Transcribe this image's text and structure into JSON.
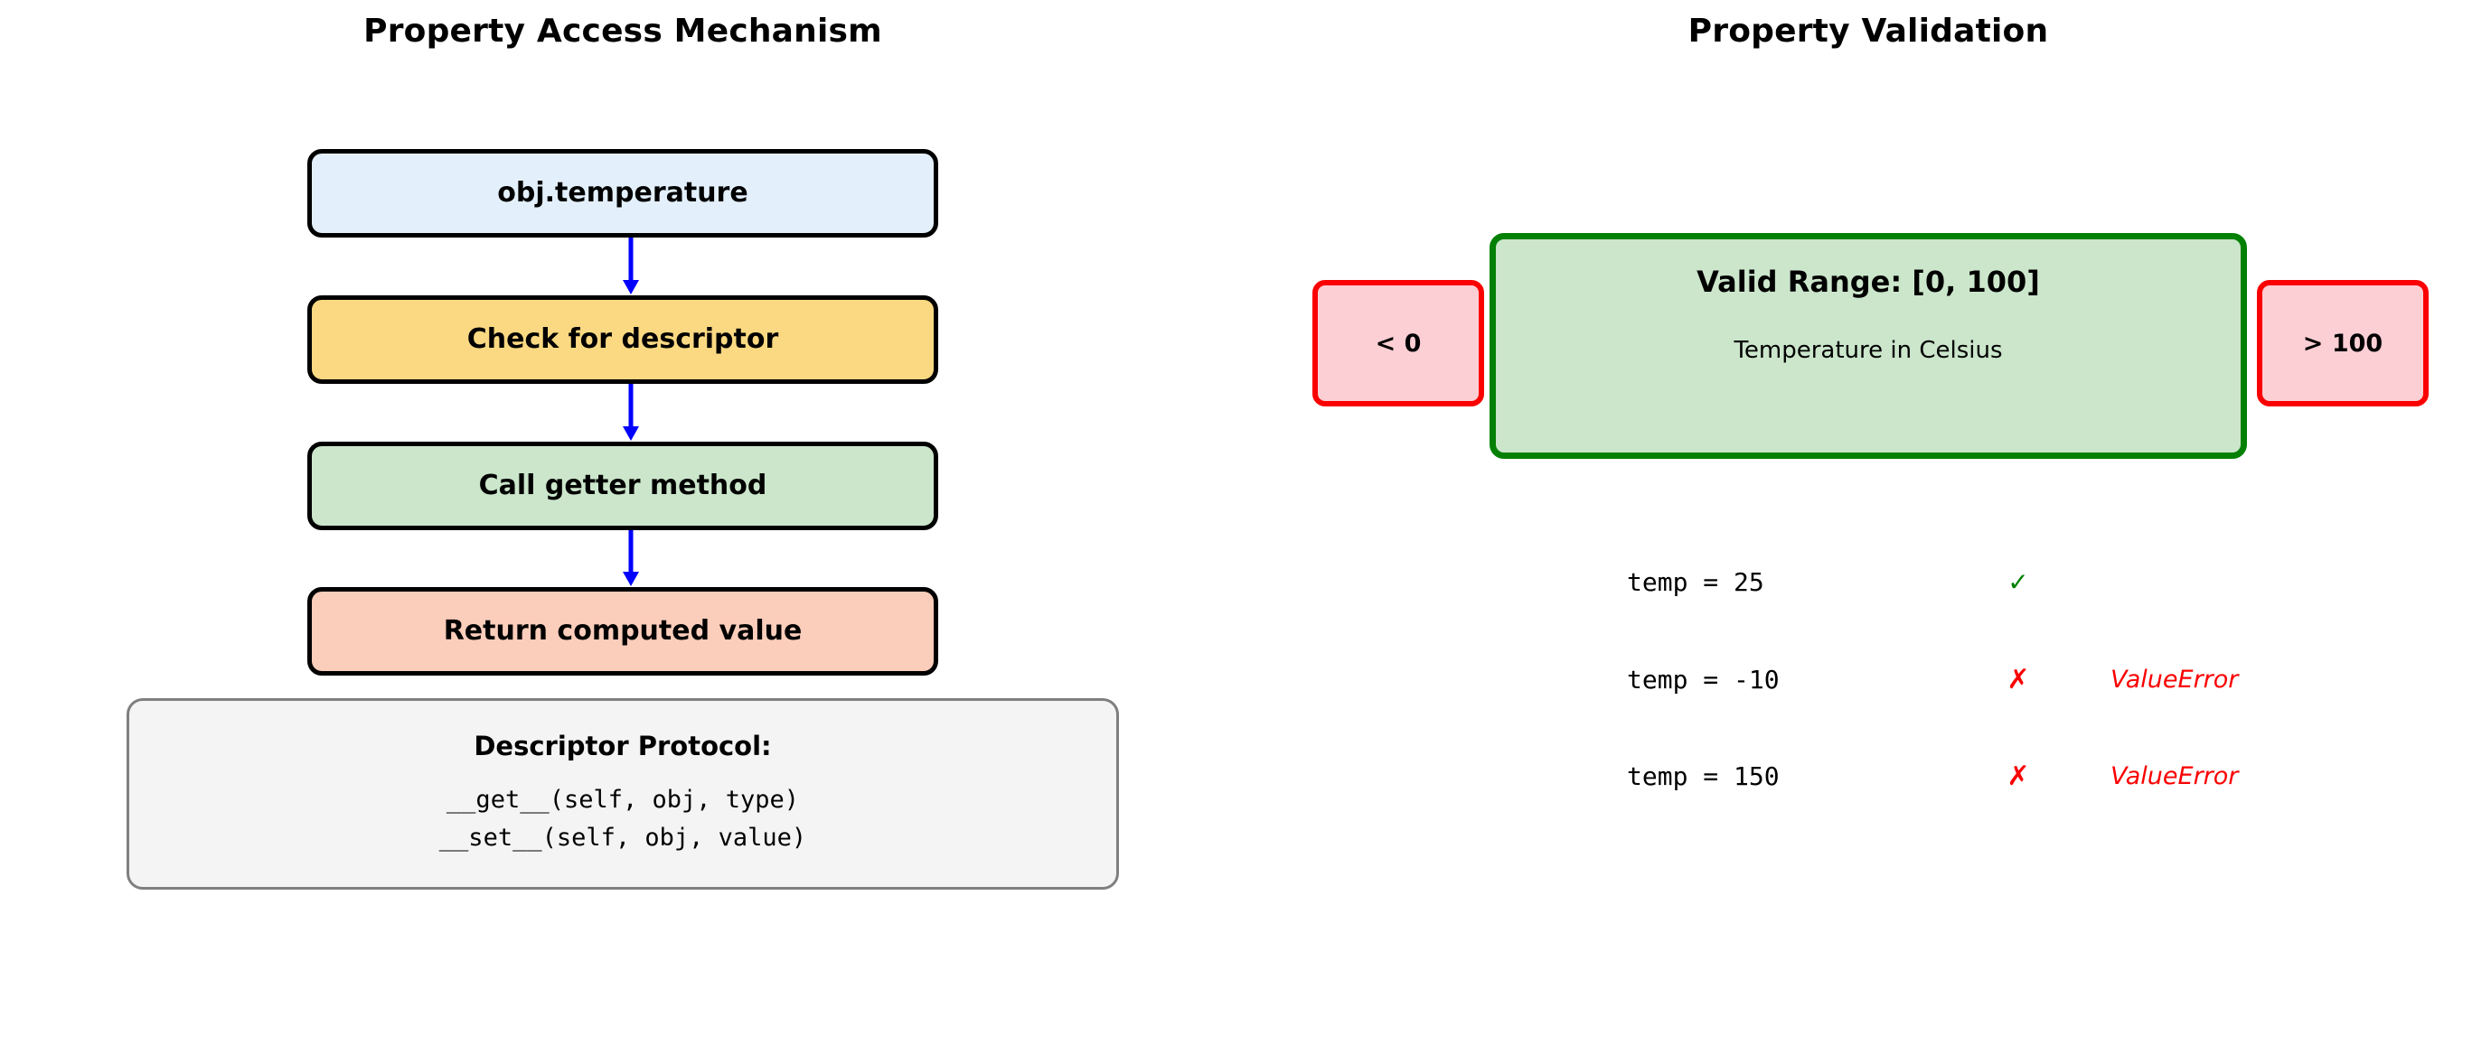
{
  "panels": {
    "left": {
      "title": "Property Access Mechanism",
      "flow_steps": [
        {
          "label": "obj.temperature",
          "fill": "#E3F0FB",
          "name": "box-access"
        },
        {
          "label": "Check for descriptor",
          "fill": "#FBD982",
          "name": "box-check"
        },
        {
          "label": "Call getter method",
          "fill": "#CBE6CB",
          "name": "box-getter"
        },
        {
          "label": "Return computed value",
          "fill": "#FBCDBB",
          "name": "box-return"
        }
      ],
      "arrow_color": "#0000FF",
      "descriptor": {
        "title": "Descriptor Protocol:",
        "lines": [
          "__get__(self, obj, type)",
          "__set__(self, obj, value)"
        ],
        "border_color": "#7F7F7F",
        "fill": "#F4F4F4"
      }
    },
    "right": {
      "title": "Property Validation",
      "valid_range": {
        "title": "Valid Range: [0, 100]",
        "subtitle": "Temperature in Celsius",
        "fill": "#CBE6CB",
        "border_color": "#048004"
      },
      "below_range": {
        "label": "< 0",
        "fill": "#FCCFD4",
        "border_color": "#FA0000"
      },
      "above_range": {
        "label": "> 100",
        "fill": "#FCCFD4",
        "border_color": "#FA0000"
      },
      "examples": [
        {
          "expression": "temp = 25",
          "mark": "✓",
          "status": "valid",
          "error": ""
        },
        {
          "expression": "temp = -10",
          "mark": "✗",
          "status": "invalid",
          "error": "ValueError"
        },
        {
          "expression": "temp = 150",
          "mark": "✗",
          "status": "invalid",
          "error": "ValueError"
        }
      ],
      "colors": {
        "valid_mark": "#008000",
        "invalid_mark": "#FA0000",
        "error_text": "#FA0000"
      }
    }
  }
}
